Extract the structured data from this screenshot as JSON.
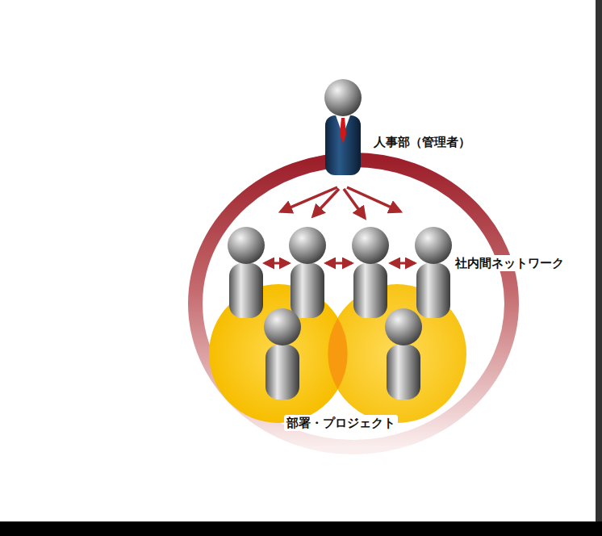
{
  "diagram": {
    "labels": [
      "人事部（管理者）",
      "社内間ネットワーク",
      "部署・プロジェクト"
    ]
  }
}
